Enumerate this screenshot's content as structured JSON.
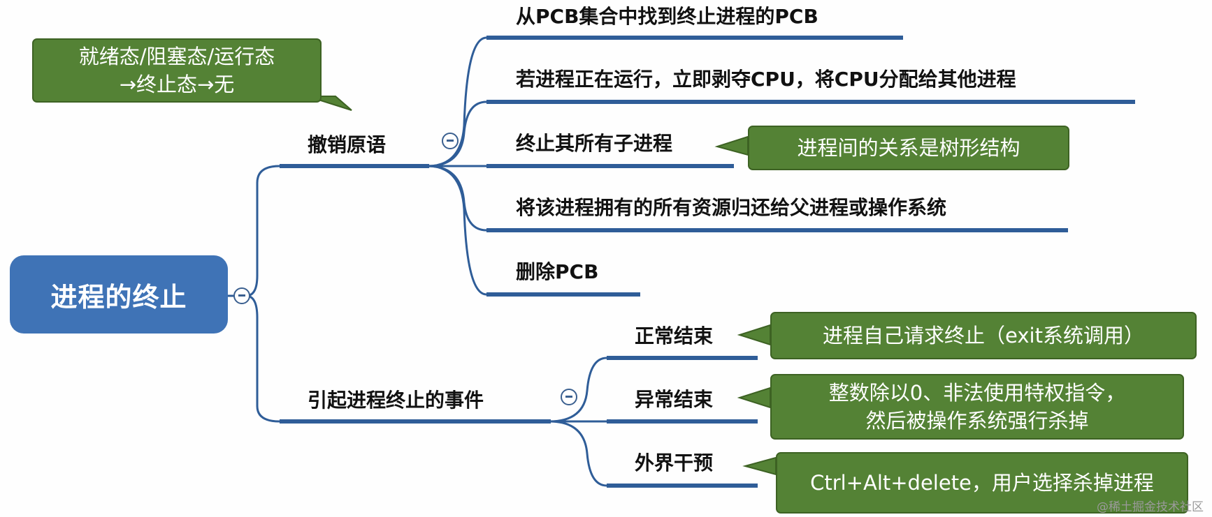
{
  "root": {
    "label": "进程的终止"
  },
  "callout_states": {
    "lines": [
      "就绪态/阻塞态/运行态",
      "→终止态→无"
    ]
  },
  "branches": [
    {
      "label": "撤销原语",
      "children": [
        {
          "label": "从PCB集合中找到终止进程的PCB"
        },
        {
          "label": "若进程正在运行，立即剥夺CPU，将CPU分配给其他进程"
        },
        {
          "label": "终止其所有子进程",
          "note": "进程间的关系是树形结构"
        },
        {
          "label": "将该进程拥有的所有资源归还给父进程或操作系统"
        },
        {
          "label": "删除PCB"
        }
      ]
    },
    {
      "label": "引起进程终止的事件",
      "children": [
        {
          "label": "正常结束",
          "note": "进程自己请求终止（exit系统调用）"
        },
        {
          "label": "异常结束",
          "note_lines": [
            "整数除以0、非法使用特权指令，",
            "然后被操作系统强行杀掉"
          ]
        },
        {
          "label": "外界干预",
          "note": "Ctrl+Alt+delete，用户选择杀掉进程"
        }
      ]
    }
  ],
  "watermark": "@稀土掘金技术社区",
  "colors": {
    "root_fill": "#3f73b6",
    "line": "#2f5d98",
    "note_fill": "#548235"
  }
}
